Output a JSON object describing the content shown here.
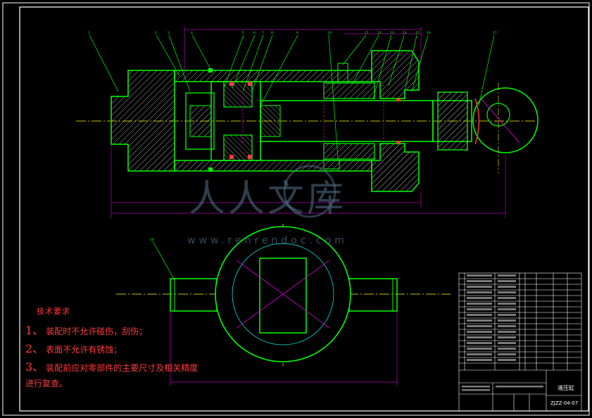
{
  "drawing": {
    "technical_requirements": {
      "title": "技术要求",
      "items": [
        {
          "num": "1、",
          "text": "装配时不允许碰伤，刮伤；"
        },
        {
          "num": "2、",
          "text": "表面不允许有锈蚀；"
        },
        {
          "num": "3、",
          "text": "装配前应对零部件的主要尺寸及相关精度"
        }
      ],
      "continuation": "进行复查。"
    },
    "title_block": {
      "name": "液压缸",
      "code": "ZJZZ-04-07"
    },
    "part_labels": [
      "1",
      "2",
      "3",
      "4",
      "5",
      "6",
      "7",
      "8",
      "9",
      "10",
      "11",
      "12",
      "13",
      "14",
      "15",
      "16",
      "17",
      "18"
    ],
    "watermark": {
      "brand": "人人文库",
      "url": "www.renrendoc.com"
    }
  },
  "colors": {
    "outline": "#00ff00",
    "centerline": "#ffff00",
    "dimension": "#ff00ff",
    "leader": "#00ff00",
    "hatch": "#ffffff",
    "red_text": "#ff3b3b",
    "frame": "#ffffff",
    "cyan": "#00ffff"
  }
}
